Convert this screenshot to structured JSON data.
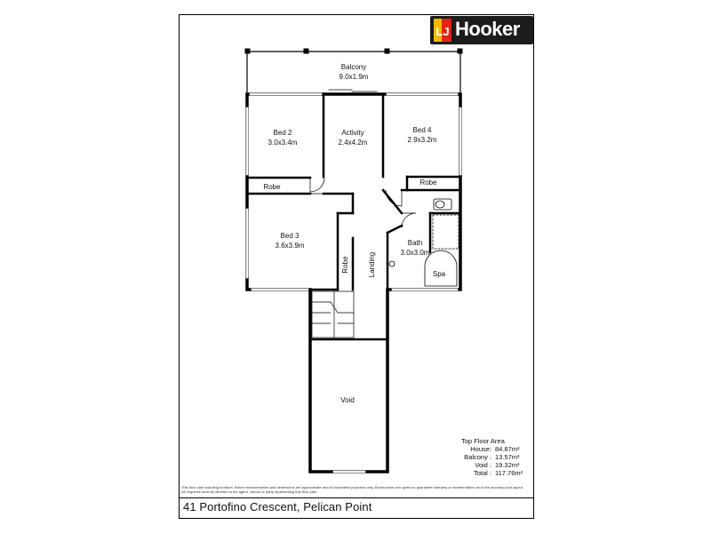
{
  "brand": {
    "name": "Hooker",
    "mark": "LJ",
    "colors": {
      "bg": "#1c1c1c",
      "yellow": "#f5b800",
      "red": "#e2231a",
      "text": "#ffffff"
    }
  },
  "rooms": {
    "balcony": {
      "name": "Balcony",
      "dims": "9.0x1.9m"
    },
    "bed2": {
      "name": "Bed 2",
      "dims": "3.0x3.4m"
    },
    "activity": {
      "name": "Activity",
      "dims": "2.4x4.2m"
    },
    "bed4": {
      "name": "Bed 4",
      "dims": "2.9x3.2m"
    },
    "robe_left": "Robe",
    "robe_right": "Robe",
    "bed3": {
      "name": "Bed 3",
      "dims": "3.6x3.9m"
    },
    "robe_vertical": "Robe",
    "landing": "Landing",
    "bath": {
      "name": "Bath",
      "dims": "3.0x3.0m"
    },
    "spa": "Spa",
    "void": "Void"
  },
  "area_summary": {
    "title": "Top Floor Area",
    "rows": [
      {
        "label": "House:",
        "value": "84.87m²"
      },
      {
        "label": "Balcony :",
        "value": "13.57m²"
      },
      {
        "label": "Void :",
        "value": "19.32m²"
      },
      {
        "label": "Total :",
        "value": "117.76m²"
      }
    ]
  },
  "disclaimer": "This floor plan including furniture, fixture measurements and dimensions are approximate and for illustrative purposes only. Boxbrownie.com gives no guarantee warranty or representation as to the accuracy and layout. All enquiries must be directed to the agent, vendor or party representing this floor plan.",
  "address": "41 Portofino Crescent, Pelican Point"
}
